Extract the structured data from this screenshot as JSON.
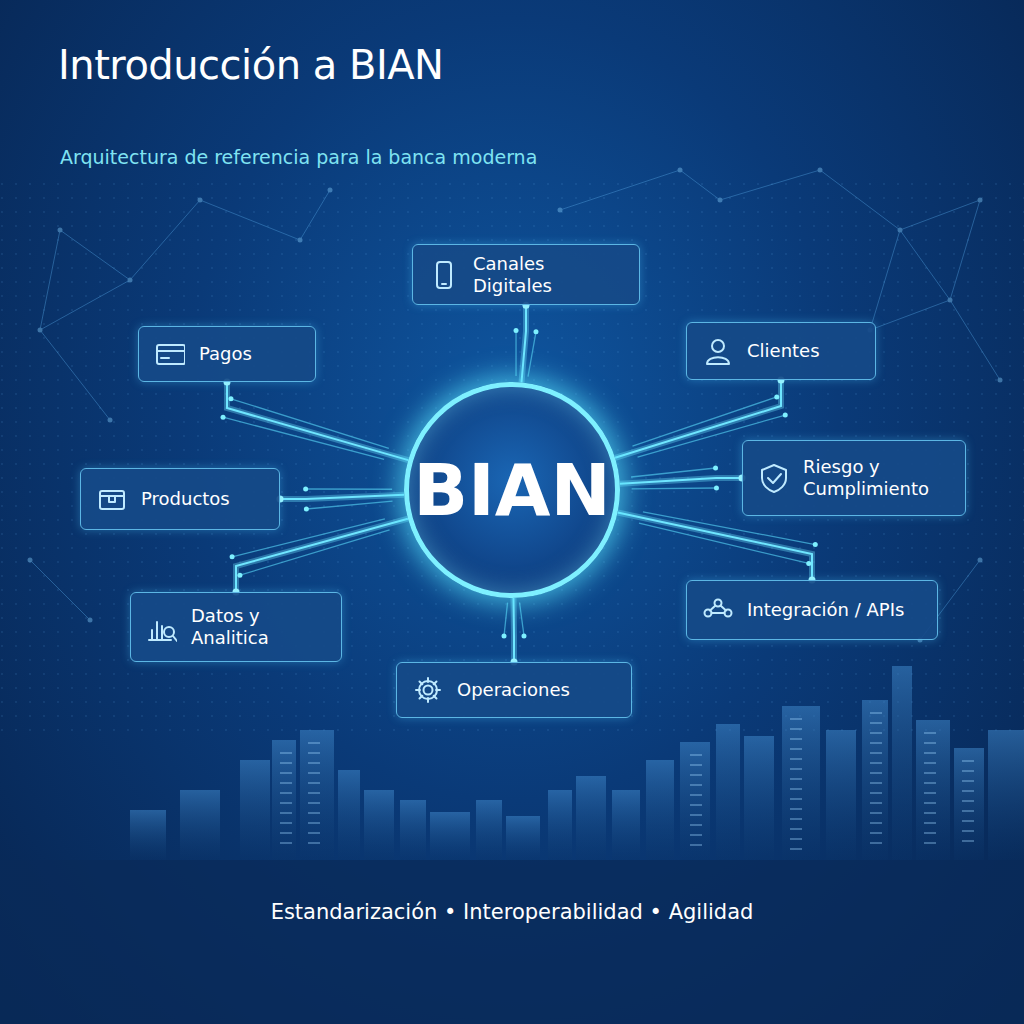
{
  "diagram": {
    "title": "Introducción a BIAN",
    "caption": "Estandarización • Interoperabilidad • Agilidad",
    "nodes": [
      {
        "text": [
          "Canales Digitales"
        ]
      },
      {
        "text": [
          "Pagos"
        ]
      },
      {
        "text": [
          "Clientes"
        ]
      },
      {
        "text": [
          "BIAN"
        ]
      },
      {
        "text": [
          "Productos"
        ]
      },
      {
        "text": [
          "Riesgo y Cumplimiento"
        ]
      },
      {
        "text": [
          "Datos y Analitica"
        ]
      },
      {
        "text": [
          "Integración / APIs"
        ]
      },
      {
        "text": [
          "Operaciones"
        ]
      }
    ],
    "edges": [
      {
        "from": 3,
        "to": 0,
        "arrow": "none"
      },
      {
        "from": 3,
        "to": 1,
        "arrow": "none"
      },
      {
        "from": 3,
        "to": 2,
        "arrow": "none"
      },
      {
        "from": 3,
        "to": 4,
        "arrow": "none"
      },
      {
        "from": 3,
        "to": 5,
        "arrow": "none"
      },
      {
        "from": 3,
        "to": 6,
        "arrow": "none"
      },
      {
        "from": 3,
        "to": 7,
        "arrow": "none"
      },
      {
        "from": 3,
        "to": 8,
        "arrow": "none"
      }
    ],
    "labels": [
      "Arquitectura de referencia para la banca moderna"
    ]
  }
}
